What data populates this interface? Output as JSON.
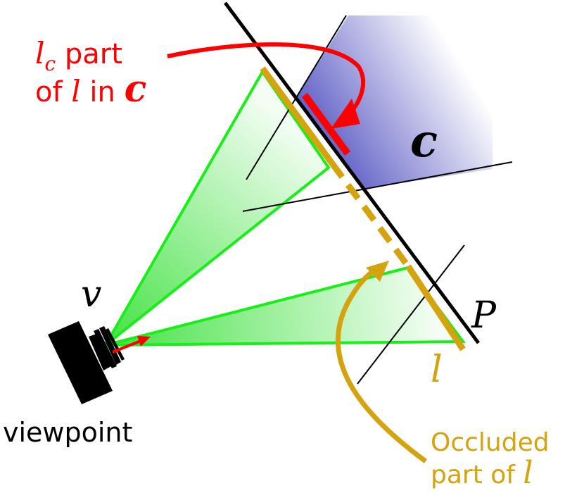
{
  "labels": {
    "lc_symbol": "l",
    "lc_subscript": "c",
    "lc_part": " part",
    "of_prefix": "of ",
    "of_l": "l",
    "in_word": " in ",
    "c_symbol": "c",
    "c_region": "c",
    "v": "v",
    "p": "P",
    "l": "l",
    "viewpoint": "viewpoint",
    "occluded_line1": "Occluded",
    "occluded_line2_prefix": "part of ",
    "occluded_l": "l"
  },
  "colors": {
    "red": "#ff0000",
    "gold": "#d4a30d",
    "green": "#18ee18",
    "black": "#000000",
    "blue": "#5555cc"
  }
}
